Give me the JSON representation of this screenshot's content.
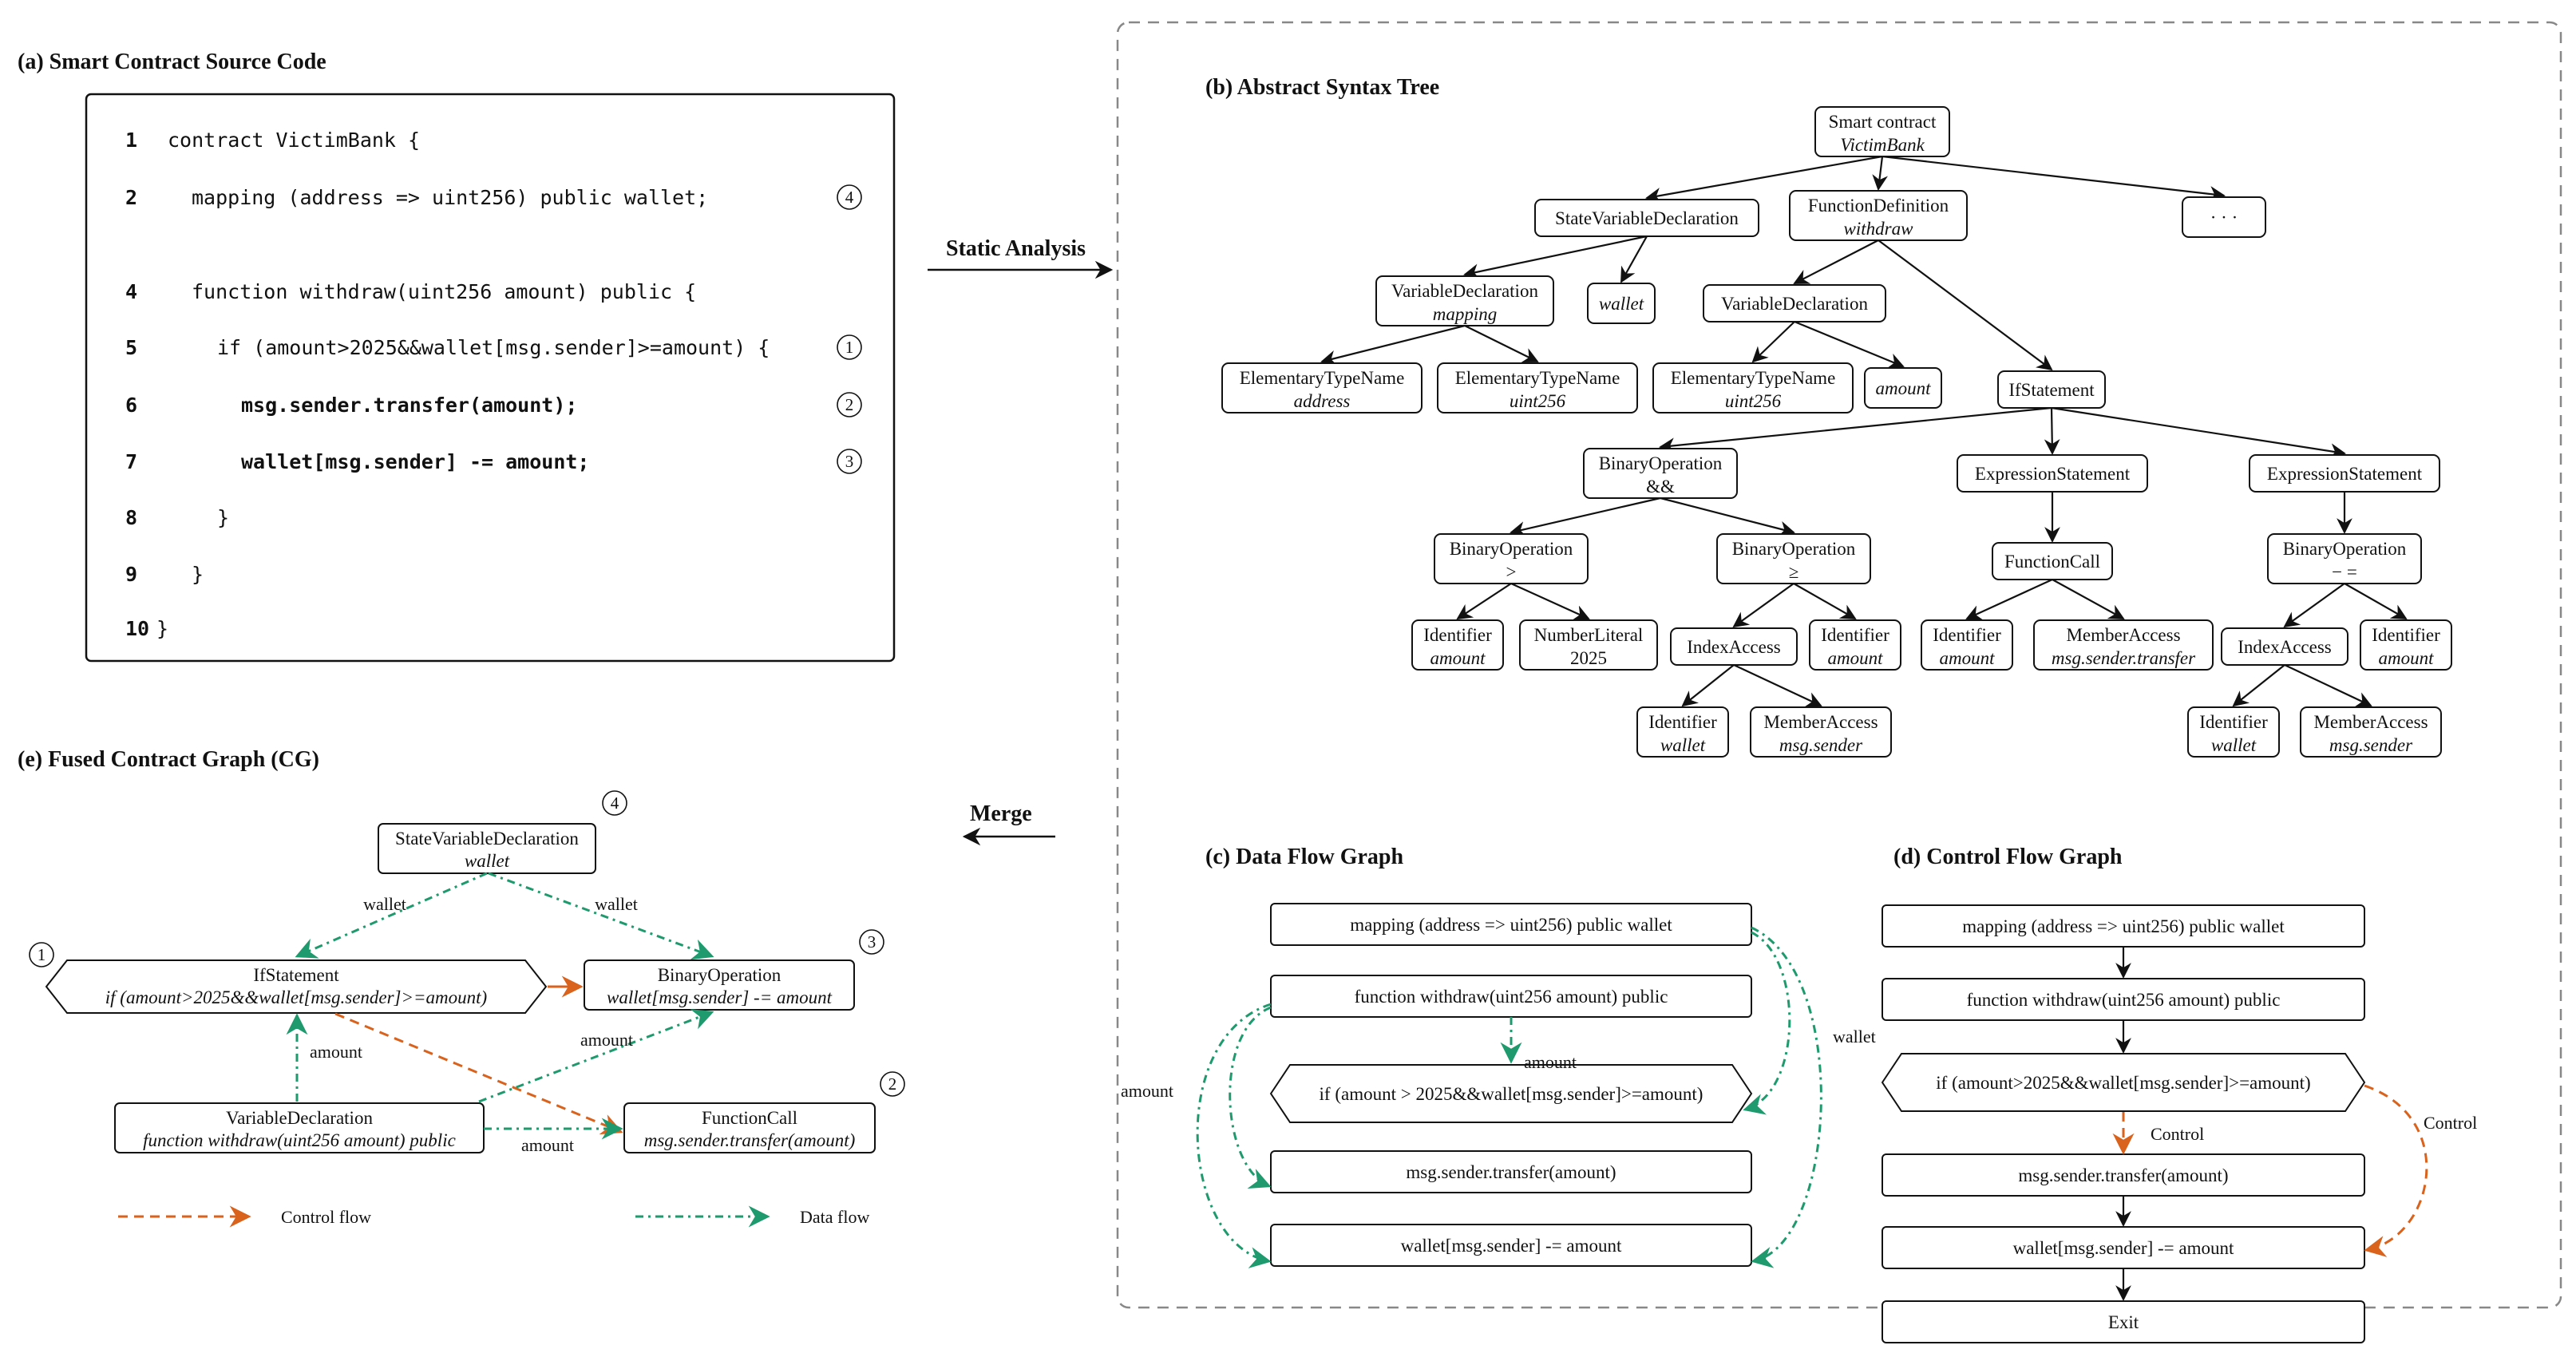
{
  "panel_a": {
    "title": "(a) Smart Contract Source Code",
    "lines": [
      {
        "num": "1",
        "text": "contract VictimBank {",
        "marker": ""
      },
      {
        "num": "2",
        "text": "  mapping (address => uint256) public wallet;",
        "marker": "4"
      },
      {
        "num": "4",
        "text": "  function withdraw(uint256 amount) public {",
        "marker": ""
      },
      {
        "num": "5",
        "text": "    if (amount>2025&&wallet[msg.sender]>=amount) {",
        "marker": "1"
      },
      {
        "num": "6",
        "text": "      msg.sender.transfer(amount);",
        "marker": "2"
      },
      {
        "num": "7",
        "text": "      wallet[msg.sender] -= amount;",
        "marker": "3"
      },
      {
        "num": "8",
        "text": "    }",
        "marker": ""
      },
      {
        "num": "9",
        "text": "  }",
        "marker": ""
      },
      {
        "num": "10",
        "text": "}",
        "marker": ""
      }
    ]
  },
  "arrows": {
    "static_analysis": "Static Analysis",
    "merge": "Merge"
  },
  "panel_b": {
    "title": "(b) Abstract Syntax Tree",
    "nodes": {
      "root": [
        "Smart contract",
        "VictimBank"
      ],
      "svd": [
        "StateVariableDeclaration",
        ""
      ],
      "fdef": [
        "FunctionDefinition",
        "withdraw"
      ],
      "ellipsis": [
        "· · ·",
        ""
      ],
      "vdecl_map": [
        "VariableDeclaration",
        "mapping"
      ],
      "wallet": [
        "",
        "wallet"
      ],
      "vdecl": [
        "VariableDeclaration",
        ""
      ],
      "ifstmt": [
        "IfStatement",
        ""
      ],
      "etn_addr": [
        "ElementaryTypeName",
        "address"
      ],
      "etn_uint1": [
        "ElementaryTypeName",
        "uint256"
      ],
      "etn_uint2": [
        "ElementaryTypeName",
        "uint256"
      ],
      "amount_v": [
        "",
        "amount"
      ],
      "binop_and": [
        "BinaryOperation",
        "&&"
      ],
      "expr1": [
        "ExpressionStatement",
        ""
      ],
      "expr2": [
        "ExpressionStatement",
        ""
      ],
      "binop_gt": [
        "BinaryOperation",
        ">"
      ],
      "binop_ge": [
        "BinaryOperation",
        "≥"
      ],
      "fcall": [
        "FunctionCall",
        ""
      ],
      "binop_sub": [
        "BinaryOperation",
        "− ="
      ],
      "id_amount1": [
        "Identifier",
        "amount"
      ],
      "numlit": [
        "NumberLiteral",
        "2025"
      ],
      "idxacc1": [
        "IndexAccess",
        ""
      ],
      "id_amount2": [
        "Identifier",
        "amount"
      ],
      "id_amount3": [
        "Identifier",
        "amount"
      ],
      "memacc_tr": [
        "MemberAccess",
        "msg.sender.transfer"
      ],
      "idxacc2": [
        "IndexAccess",
        ""
      ],
      "id_amount4": [
        "Identifier",
        "amount"
      ],
      "id_wallet1": [
        "Identifier",
        "wallet"
      ],
      "memacc1": [
        "MemberAccess",
        "msg.sender"
      ],
      "id_wallet2": [
        "Identifier",
        "wallet"
      ],
      "memacc2": [
        "MemberAccess",
        "msg.sender"
      ]
    }
  },
  "panel_c": {
    "title": "(c) Data Flow Graph",
    "nodes": [
      "mapping (address => uint256) public wallet",
      "function withdraw(uint256 amount) public",
      "if (amount > 2025&&wallet[msg.sender]>=amount)",
      "msg.sender.transfer(amount)",
      "wallet[msg.sender] -= amount"
    ],
    "edge_labels": {
      "amount_mid": "amount",
      "amount_left": "amount",
      "wallet_right": "wallet"
    }
  },
  "panel_d": {
    "title": "(d) Control Flow Graph",
    "nodes": [
      "mapping (address => uint256) public wallet",
      "function withdraw(uint256 amount) public",
      "if (amount>2025&&wallet[msg.sender]>=amount)",
      "msg.sender.transfer(amount)",
      "wallet[msg.sender] -= amount",
      "Exit"
    ],
    "edge_labels": {
      "control_mid": "Control",
      "control_right": "Control"
    }
  },
  "panel_e": {
    "title": "(e) Fused Contract Graph (CG)",
    "nodes": {
      "svd": [
        "StateVariableDeclaration",
        "wallet",
        "4"
      ],
      "ifstmt": [
        "IfStatement",
        "if (amount>2025&&wallet[msg.sender]>=amount)",
        "1"
      ],
      "binop": [
        "BinaryOperation",
        "wallet[msg.sender] -= amount",
        "3"
      ],
      "vdecl": [
        "VariableDeclaration",
        "function withdraw(uint256 amount) public",
        ""
      ],
      "fcall": [
        "FunctionCall",
        "msg.sender.transfer(amount)",
        "2"
      ]
    },
    "edge_labels": {
      "wallet_left": "wallet",
      "wallet_right": "wallet",
      "amount_up": "amount",
      "amount_diag": "amount",
      "amount_bottom": "amount"
    },
    "legend": {
      "control": "Control flow",
      "data": "Data flow"
    }
  },
  "colors": {
    "control": "#d9621c",
    "data": "#1e9a6e",
    "highlight": "#d9621c",
    "ink": "#111111",
    "dashed_border": "#888888"
  }
}
